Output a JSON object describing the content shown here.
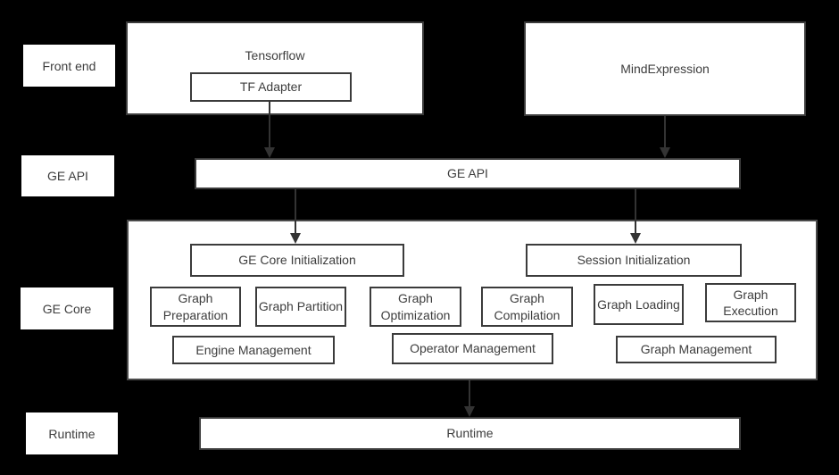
{
  "colors": {
    "background": "#000000",
    "box_fill": "#ffffff",
    "box_border": "#3b3b3b",
    "container_border": "#4a4a4a",
    "text": "#3d3d3d",
    "arrow": "#333333"
  },
  "lanes": [
    {
      "label": "Front end"
    },
    {
      "label": "GE API"
    },
    {
      "label": "GE Core"
    },
    {
      "label": "Runtime"
    }
  ],
  "frontend": {
    "tensorflow_title": "Tensorflow",
    "tf_adapter_label": "TF Adapter",
    "mindexpression_title": "MindExpression"
  },
  "ge_api_bar": {
    "label": "GE API"
  },
  "ge_core": {
    "init_boxes": [
      "GE Core Initialization",
      "Session Initialization"
    ],
    "modules": [
      "Graph Preparation",
      "Graph Partition",
      "Graph Optimization",
      "Graph Compilation",
      "Graph Loading",
      "Graph Execution"
    ],
    "management_boxes": [
      "Engine Management",
      "Operator Management",
      "Graph Management"
    ]
  },
  "runtime_bar": {
    "label": "Runtime"
  },
  "connectors": [
    {
      "from": "tf-adapter",
      "to": "ge-api-bar"
    },
    {
      "from": "mindexpression",
      "to": "ge-api-bar"
    },
    {
      "from": "ge-api-bar",
      "to": "ge-core-initialization"
    },
    {
      "from": "ge-api-bar",
      "to": "session-initialization"
    },
    {
      "from": "ge-core-container",
      "to": "runtime-bar"
    }
  ]
}
